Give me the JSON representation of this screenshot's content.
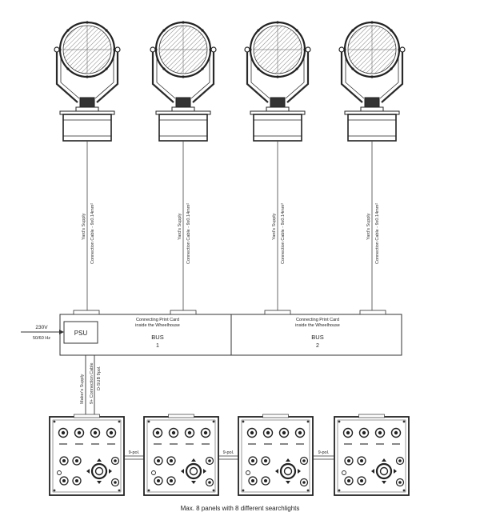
{
  "searchlights": [
    {
      "id": "SL1",
      "cable_supply": "Yard's Supply",
      "cable_type": "Connection Cable - 9x0.14mm²"
    },
    {
      "id": "SL2",
      "cable_supply": "Yard's Supply",
      "cable_type": "Connection Cable - 9x0.14mm²"
    },
    {
      "id": "SL3",
      "cable_supply": "Yard's Supply",
      "cable_type": "Connection Cable - 9x0.14mm²"
    },
    {
      "id": "SL4",
      "cable_supply": "Yard's Supply",
      "cable_type": "Connection Cable - 9x0.14mm²"
    }
  ],
  "wheelhouse": {
    "input_voltage": "230V",
    "input_freq": "50/60 Hz",
    "psu_label": "PSU",
    "bus_sections": [
      {
        "line1": "Connecting Print Card",
        "line2": "inside the Wheelhouse",
        "bus": "BUS",
        "num": "1"
      },
      {
        "line1": "Connecting Print Card",
        "line2": "inside the Wheelhouse",
        "bus": "BUS",
        "num": "2"
      }
    ]
  },
  "panel_cable": {
    "supply": "Maker's Supply",
    "type": "9+ Connection Cable",
    "type2": "D-SUB 9pol."
  },
  "panel_links": [
    "9-pol.",
    "9-pol.",
    "9-pol."
  ],
  "footer": "Max. 8 panels with 8 different searchlights"
}
